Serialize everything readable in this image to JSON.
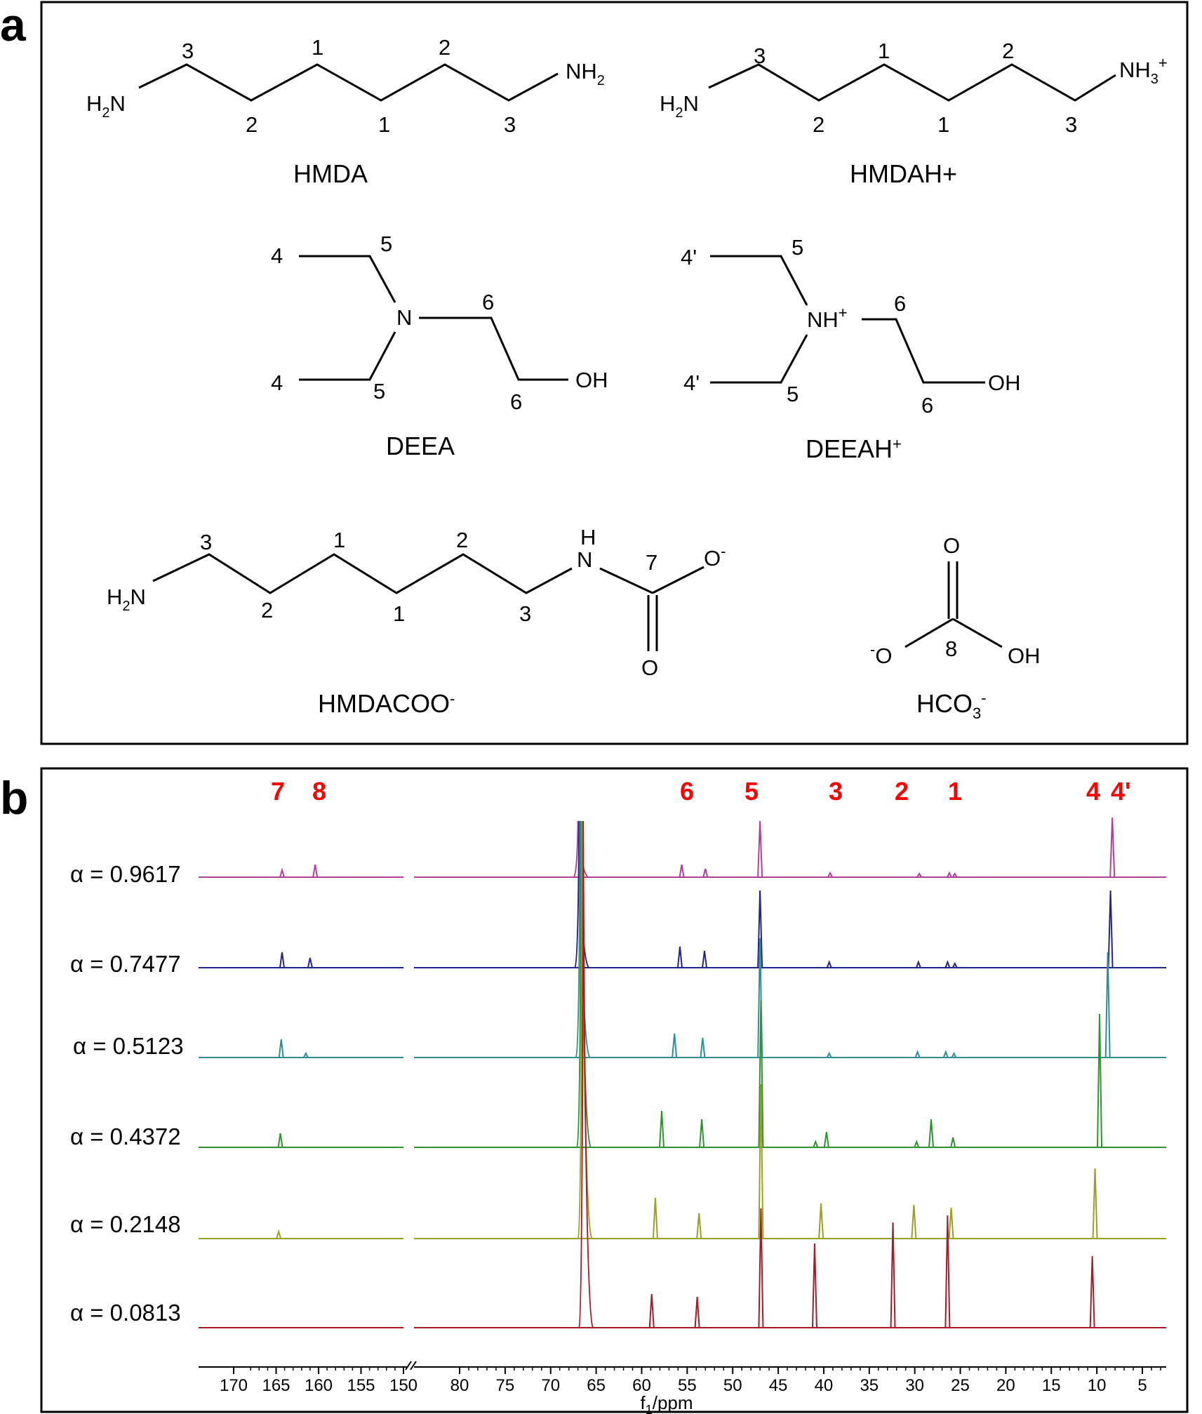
{
  "panel_a": {
    "label": "a",
    "hmda": {
      "name": "HMDA",
      "left_group": "H2N",
      "right_group": "NH2",
      "carbon_numbers": [
        "3",
        "2",
        "1",
        "1",
        "2",
        "3"
      ]
    },
    "hmdah": {
      "name": "HMDAH+",
      "left_group": "H2N",
      "right_group": "NH3+",
      "carbon_numbers": [
        "3",
        "2",
        "1",
        "1",
        "2",
        "3"
      ]
    },
    "deea": {
      "name": "DEEA",
      "atoms": [
        "4",
        "5",
        "N",
        "6",
        "4",
        "5",
        "6",
        "OH"
      ]
    },
    "deeah": {
      "name": "DEEAH+",
      "atoms": [
        "4'",
        "5",
        "NH+",
        "6",
        "4'",
        "5",
        "6",
        "OH"
      ]
    },
    "hmdacoo": {
      "name": "HMDACOO-",
      "left_group": "H2N",
      "carbon_numbers": [
        "3",
        "2",
        "1",
        "1",
        "2",
        "3"
      ],
      "nh": "H",
      "n": "N",
      "carbonyl_number": "7",
      "o_minus": "O-",
      "o": "O"
    },
    "hco3": {
      "name": "HCO3-",
      "o_top": "O",
      "o_minus": "-O",
      "oh": "OH",
      "carbon_number": "8"
    }
  },
  "panel_b": {
    "label": "b",
    "peak_labels": [
      "7",
      "8",
      "6",
      "5",
      "3",
      "2",
      "1",
      "4",
      "4'"
    ],
    "peak_label_color": "#ff0000",
    "spectra_labels": [
      "α = 0.9617",
      "α = 0.7477",
      "α = 0.5123",
      "α = 0.4372",
      "α = 0.2148",
      "α = 0.0813"
    ],
    "spectra_colors": [
      "#b0409c",
      "#23238c",
      "#2e8f99",
      "#2e9430",
      "#9aa020",
      "#a31c28"
    ],
    "x_label": "f1/ppm",
    "x_ticks_left": [
      "170",
      "165",
      "160",
      "155",
      "150"
    ],
    "x_ticks_right": [
      "80",
      "75",
      "70",
      "65",
      "60",
      "55",
      "50",
      "45",
      "40",
      "35",
      "30",
      "25",
      "20",
      "15",
      "10",
      "5"
    ]
  },
  "chart_data": {
    "type": "line",
    "xlabel": "f1/ppm",
    "x_axis": "reversed, broken between 150 and 80 ppm",
    "series": [
      {
        "name": "α = 0.9617",
        "peaks_ppm": [
          164.3,
          160.4,
          55.6,
          53.0,
          47.0,
          39.3,
          29.5,
          26.2,
          25.6,
          8.3
        ]
      },
      {
        "name": "α = 0.7477",
        "peaks_ppm": [
          164.3,
          161.0,
          55.8,
          53.1,
          47.0,
          39.4,
          29.6,
          26.4,
          25.6,
          8.5
        ]
      },
      {
        "name": "α = 0.5123",
        "peaks_ppm": [
          164.4,
          161.5,
          56.4,
          53.3,
          47.0,
          39.4,
          29.7,
          26.6,
          25.7,
          8.8
        ]
      },
      {
        "name": "α = 0.4372",
        "peaks_ppm": [
          164.5,
          57.8,
          53.4,
          46.9,
          40.9,
          39.7,
          29.8,
          28.2,
          25.8,
          9.7
        ]
      },
      {
        "name": "α = 0.2148",
        "peaks_ppm": [
          164.7,
          58.5,
          53.7,
          46.9,
          40.3,
          30.1,
          26.0,
          10.2
        ]
      },
      {
        "name": "α = 0.0813",
        "peaks_ppm": [
          58.9,
          53.9,
          46.9,
          41.0,
          32.4,
          26.4,
          10.5
        ]
      }
    ],
    "solvent_peak_ppm": 67.0
  }
}
